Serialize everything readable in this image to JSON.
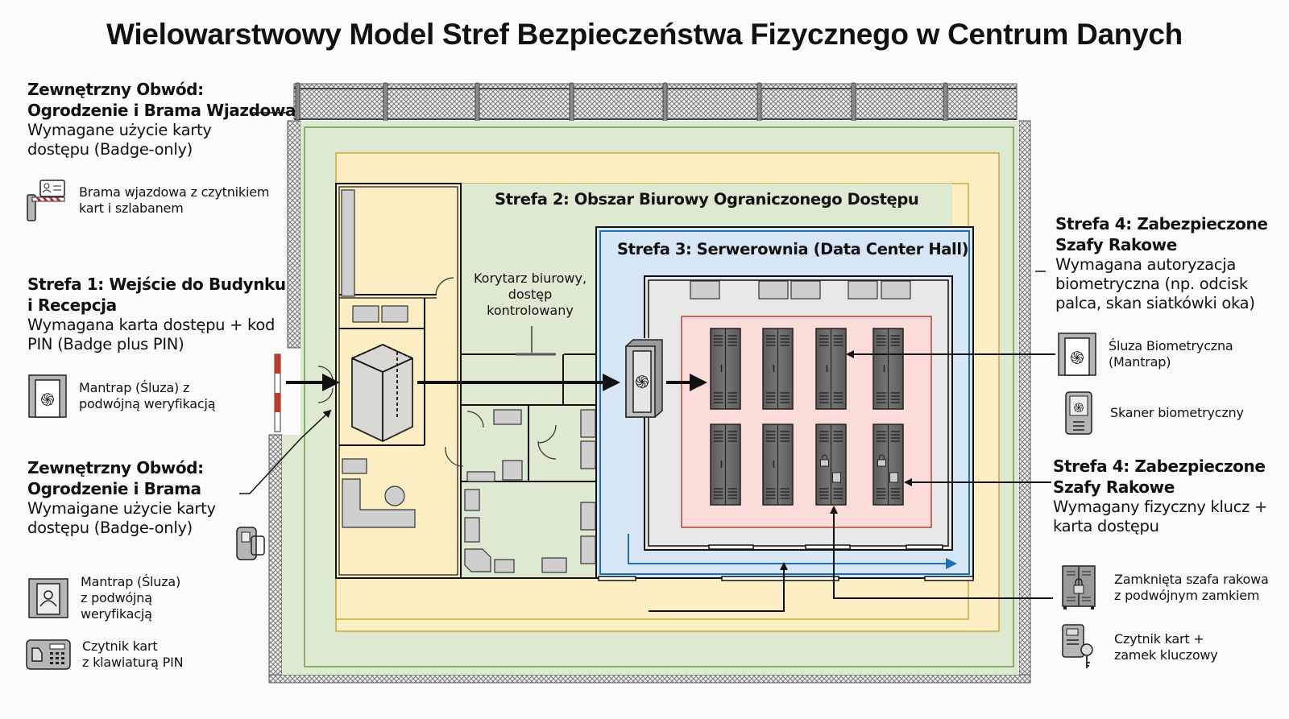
{
  "title": "Wielowarstwowy Model Stref Bezpieczeństwa Fizycznego w Centrum Danych",
  "zones": {
    "outer_colors": {
      "fence": "#9a9a9a",
      "zone_green": "#dde9d0",
      "zone_yellow": "#fdeec4",
      "zone_blue": "#d6e6f5",
      "zone_grey": "#e8e8e8",
      "zone_red": "#fbdcd8",
      "route_blue": "#1f6fb2",
      "red_border": "#b8423a"
    }
  },
  "left_panel": {
    "perimeter_top": {
      "heading_1": "Zewnętrzny Obwód:",
      "heading_2": "Ogrodzenie i Brama Wjazdowa",
      "body_1": "Wymagane użycie karty",
      "body_2": "dostępu (Badge-only)"
    },
    "gate_legend": {
      "icon": "gate-barrier-card-reader-icon",
      "line_1": "Brama wjazdowa z czytnikiem",
      "line_2": "kart i szlabanem"
    },
    "zone1": {
      "heading_1": "Strefa 1: Wejście do Budynku",
      "heading_2": "i Recepcja",
      "body_1": "Wymagana karta dostępu + kod",
      "body_2": "PIN (Badge plus PIN)"
    },
    "mantrap_legend": {
      "icon": "mantrap-fingerprint-icon",
      "line_1": "Mantrap (Śluza) z",
      "line_2": "podwójną weryfikacją"
    },
    "perimeter_bottom": {
      "heading_1": "Zewnętrzny Obwód:",
      "heading_2": "Ogrodzenie i Brama",
      "body_1": "Wymaigane użycie karty",
      "body_2": "dostępu (Badge-only)"
    },
    "mantrap2_legend": {
      "icon": "mantrap-person-icon",
      "line_1": "Mantrap (Śluza)",
      "line_2": "z podwójną",
      "line_3": "weryfikacją"
    },
    "pin_legend": {
      "icon": "card-reader-pin-keypad-icon",
      "line_1": "Czytnik kart",
      "line_2": "z klawiaturą PIN"
    }
  },
  "plan": {
    "zone2_label": "Strefa 2: Obszar Biurowy Ograniczonego Dostępu",
    "zone3_label": "Strefa 3: Serwerownia (Data Center Hall)",
    "corridor_1": "Korytarz biurowy,",
    "corridor_2": "dostęp",
    "corridor_3": "kontrolowany",
    "racks_top_row": 4,
    "racks_bottom_row": 4,
    "locked_racks": 2
  },
  "right_panel": {
    "zone4_bio": {
      "heading_1": "Strefa 4: Zabezpieczone",
      "heading_2": "Szafy Rakowe",
      "body_1": "Wymagana autoryzacja",
      "body_2": "biometryczna (np. odcisk",
      "body_3": "palca, skan siatkówki oka)"
    },
    "bio_mantrap_legend": {
      "icon": "biometric-mantrap-icon",
      "line_1": "Śluza Biometryczna",
      "line_2": "(Mantrap)"
    },
    "bio_scanner_legend": {
      "icon": "biometric-scanner-icon",
      "line_1": "Skaner biometryczny"
    },
    "zone4_key": {
      "heading_1": "Strefa 4: Zabezpieczone",
      "heading_2": "Szafy Rakowe",
      "body_1": "Wymagany fizyczny klucz +",
      "body_2": "karta dostępu"
    },
    "locked_rack_legend": {
      "icon": "locked-rack-icon",
      "line_1": "Zamknięta szafa rakowa",
      "line_2": "z podwójnym zamkiem"
    },
    "card_key_legend": {
      "icon": "card-reader-key-lock-icon",
      "line_1": "Czytnik kart +",
      "line_2": "zamek kluczowy"
    }
  }
}
